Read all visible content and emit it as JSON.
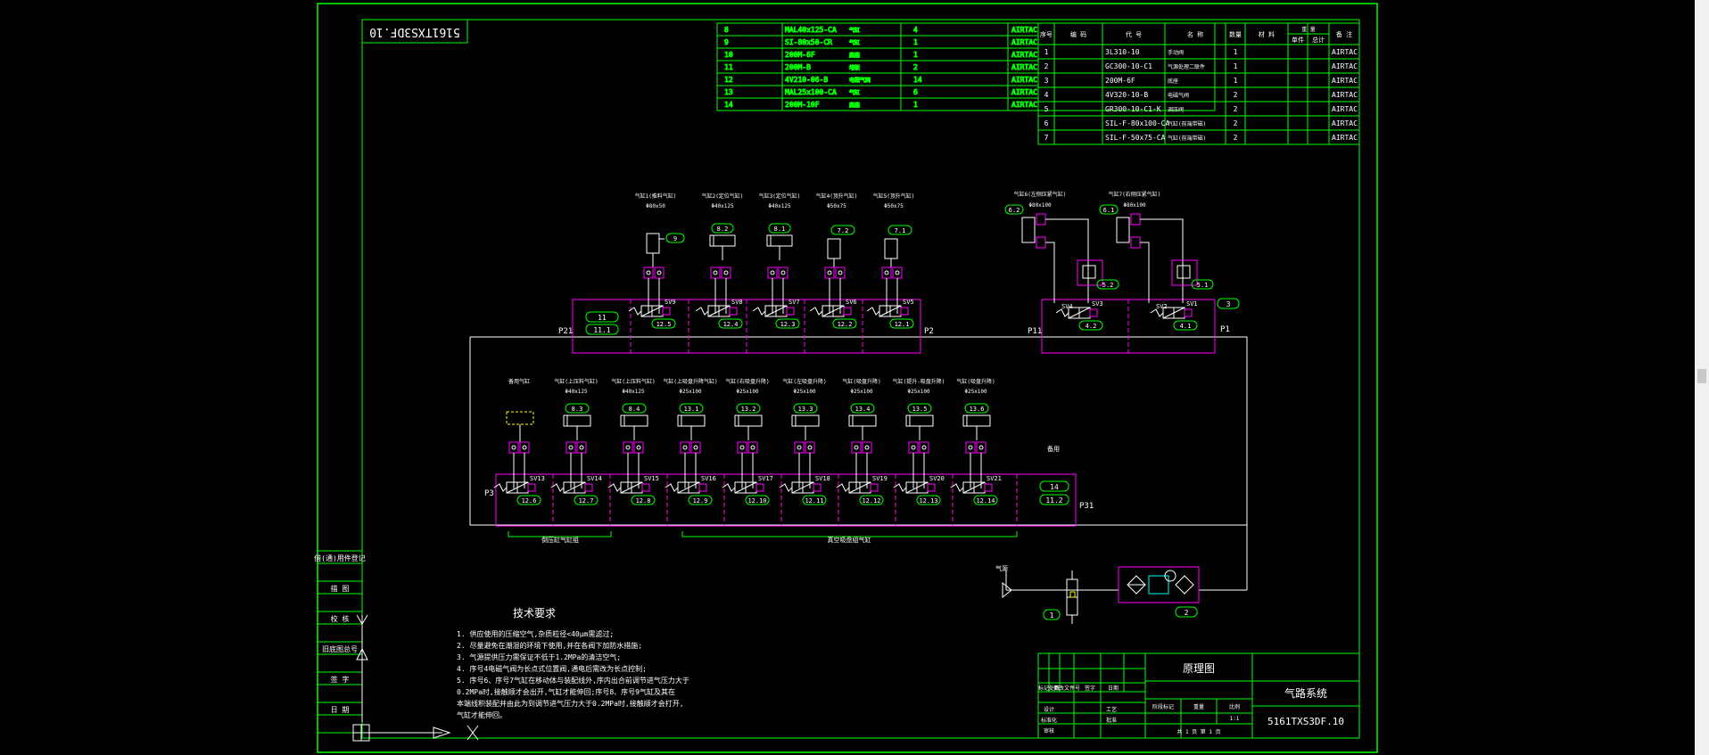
{
  "drawing_code": "5161TXS3DF.10",
  "drawing_code_flipped": "5161TXS3DF.10",
  "drawing_title": "原理图",
  "system_name": "气路系统",
  "bom_left_rows": [
    {
      "no": "8",
      "code": "MAL40x125-CA",
      "name": "气缸",
      "qty": "4",
      "brand": "AIRTAC"
    },
    {
      "no": "9",
      "code": "SI-80x50-CR",
      "name": "气缸",
      "qty": "1",
      "brand": "AIRTAC"
    },
    {
      "no": "10",
      "code": "200M-6F",
      "name": "底座",
      "qty": "1",
      "brand": "AIRTAC"
    },
    {
      "no": "11",
      "code": "200M-B",
      "name": "堵板",
      "qty": "2",
      "brand": "AIRTAC"
    },
    {
      "no": "12",
      "code": "4V210-06-B",
      "name": "电磁气阀",
      "qty": "14",
      "brand": "AIRTAC"
    },
    {
      "no": "13",
      "code": "MAL25x100-CA",
      "name": "气缸",
      "qty": "6",
      "brand": "AIRTAC"
    },
    {
      "no": "14",
      "code": "200M-10F",
      "name": "底座",
      "qty": "1",
      "brand": "AIRTAC"
    }
  ],
  "bom_right_headers": [
    "序号",
    "编 码",
    "代 号",
    "名 称",
    "数量",
    "材 料",
    "单件",
    "总计",
    "备 注"
  ],
  "bom_right_weight": "重 量",
  "bom_right_rows": [
    {
      "no": "1",
      "code": "3L310-10",
      "name": "手动阀",
      "qty": "1",
      "brand": "AIRTAC"
    },
    {
      "no": "2",
      "code": "GC300-10-C1",
      "name": "气源处理二联件",
      "qty": "1",
      "brand": "AIRTAC"
    },
    {
      "no": "3",
      "code": "200M-6F",
      "name": "底座",
      "qty": "1",
      "brand": "AIRTAC"
    },
    {
      "no": "4",
      "code": "4V320-10-B",
      "name": "电磁气阀",
      "qty": "2",
      "brand": "AIRTAC"
    },
    {
      "no": "5",
      "code": "GR300-10-C1-K",
      "name": "调压阀",
      "qty": "2",
      "brand": "AIRTAC"
    },
    {
      "no": "6",
      "code": "SIL-F-80x100-CA",
      "name": "气缸(前端带磁)",
      "qty": "2",
      "brand": "AIRTAC"
    },
    {
      "no": "7",
      "code": "SIL-F-50x75-CA",
      "name": "气缸(前端带磁)",
      "qty": "2",
      "brand": "AIRTAC"
    }
  ],
  "side_labels": [
    "借(通)用件登记",
    "描 图",
    "校 核",
    "旧底图总号",
    "签 字",
    "日 期"
  ],
  "tech_title": "技术要求",
  "tech_lines": [
    "1. 供应使用的压缩空气,杂质粒径<40μm需滤过;",
    "2. 尽量避免在潮湿的环境下使用,并在各阀下加防水措施;",
    "3. 气源提供压力需保证不低于1.2MPa的清洁空气;",
    "4. 序号4电磁气阀为长点式位置阀,通电后需改为长点控制;",
    "5. 序号6、序号7气缸在移动体与装配线外,序内出合前调节进气压力大于",
    "   0.2MPa时,接触顺才会出开,气缸才能伸回;序号8、序号9气缸及其在",
    "   本端线积装配并由此为到调节进气压力大于0.2MPa时,接触顺才会打开,",
    "   气缸才能伸回。"
  ],
  "title_block": {
    "left_cells": [
      "标记",
      "处数",
      "更改文件号",
      "签字",
      "日期",
      "设计",
      "标准化",
      "审核",
      "工艺",
      "批准"
    ],
    "stage_labels": [
      "阶段标记",
      "重量",
      "比例"
    ],
    "scale": "1:1",
    "sheet": "共 1 页  第 1 页"
  },
  "ports": {
    "p1": "P1",
    "p2": "P2",
    "p11": "P11",
    "p21": "P21",
    "p3": "P3",
    "p31": "P31"
  },
  "inlet_label": "气源",
  "spare_label": "备用",
  "bottom_labels": [
    "倒压缸气缸组",
    "真空吸盘组气缸"
  ],
  "top_cylinders": [
    {
      "title": "气缸1(推料气缸)",
      "size": "Φ80x50",
      "tag": "9"
    },
    {
      "title": "气缸2(定位气缸)",
      "size": "Φ40x125",
      "tag": "8.2"
    },
    {
      "title": "气缸3(定位气缸)",
      "size": "Φ40x125",
      "tag": "8.1"
    },
    {
      "title": "气缸4(顶升气缸)",
      "size": "Φ50x75",
      "tag": "7.2"
    },
    {
      "title": "气缸5(顶升气缸)",
      "size": "Φ50x75",
      "tag": "7.1"
    }
  ],
  "top_valves": [
    {
      "sv": "SV9",
      "no": "12.5"
    },
    {
      "sv": "SV8",
      "no": "12.4"
    },
    {
      "sv": "SV7",
      "no": "12.3"
    },
    {
      "sv": "SV6",
      "no": "12.2"
    },
    {
      "sv": "SV5",
      "no": "12.1"
    }
  ],
  "top_blocks": [
    {
      "a": "11",
      "b": "11.1"
    }
  ],
  "right_cylinders": [
    {
      "title": "气缸6(左侧压紧气缸)",
      "size": "Φ80x100",
      "tag": "6.2"
    },
    {
      "title": "气缸7(右侧压紧气缸)",
      "size": "Φ80x100",
      "tag": "6.1"
    }
  ],
  "right_valves": [
    {
      "sv": "SV4",
      "sv2": "SV3",
      "no": "4.2"
    },
    {
      "sv": "SV2",
      "sv2": "SV1",
      "no": "4.1"
    }
  ],
  "right_regs": [
    "5.2",
    "5.1"
  ],
  "right_group_tag": "3",
  "bottom_cylinders": [
    {
      "title": "备用气缸",
      "size": "",
      "tag": ""
    },
    {
      "title": "气缸(上压料气缸)",
      "size": "Φ40x125",
      "tag": "8.3"
    },
    {
      "title": "气缸(上压料气缸)",
      "size": "Φ40x125",
      "tag": "8.4"
    },
    {
      "title": "气缸(上吸盘升降气缸)",
      "size": "Φ25x100",
      "tag": "13.1"
    },
    {
      "title": "气缸(右吸盘升降)",
      "size": "Φ25x100",
      "tag": "13.2"
    },
    {
      "title": "气缸(左吸盘升降)",
      "size": "Φ25x100",
      "tag": "13.3"
    },
    {
      "title": "气缸(吸盘升降)",
      "size": "Φ25x100",
      "tag": "13.4"
    },
    {
      "title": "气缸(提升-吸盘升降)",
      "size": "Φ25x100",
      "tag": "13.5"
    },
    {
      "title": "气缸(吸盘升降)",
      "size": "Φ25x100",
      "tag": "13.6"
    }
  ],
  "bottom_valves": [
    {
      "sv": "SV13",
      "no": "12.6"
    },
    {
      "sv": "SV14",
      "no": "12.7"
    },
    {
      "sv": "SV15",
      "no": "12.8"
    },
    {
      "sv": "SV16",
      "no": "12.9"
    },
    {
      "sv": "SV17",
      "no": "12.10"
    },
    {
      "sv": "SV18",
      "no": "12.11"
    },
    {
      "sv": "SV19",
      "no": "12.12"
    },
    {
      "sv": "SV20",
      "no": "12.13"
    },
    {
      "sv": "SV21",
      "no": "12.14"
    }
  ],
  "bottom_block": {
    "a": "14",
    "b": "11.2"
  },
  "source_tags": [
    "1",
    "2"
  ],
  "colors": {
    "line": "#00ff00",
    "component": "#ff00ff",
    "text": "#ffffff",
    "yellow": "#ffff00",
    "red": "#ff3030",
    "cyan": "#00ffff"
  }
}
